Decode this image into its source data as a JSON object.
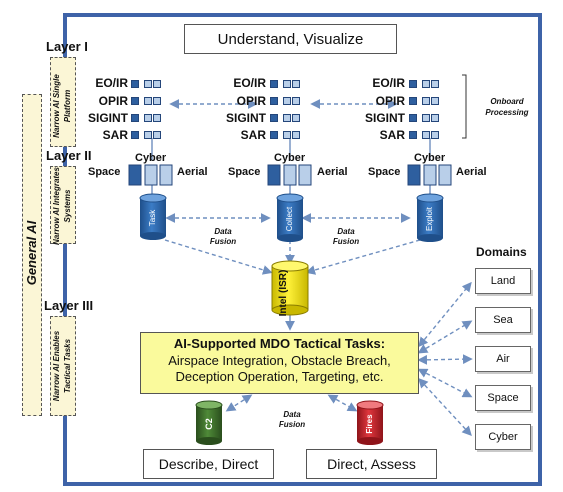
{
  "top_box": "Understand, Visualize",
  "general_ai": "General AI",
  "layers": [
    {
      "title": "Layer I",
      "desc": "Narrow AI Single Platform"
    },
    {
      "title": "Layer II",
      "desc": "Narrow AI Integrates Systems"
    },
    {
      "title": "Layer III",
      "desc": "Narrow AI Enables Tactical Tasks"
    }
  ],
  "sensors": [
    "EO/IR",
    "OPIR",
    "SIGINT",
    "SAR"
  ],
  "onboard_processing": "Onboard Processing",
  "platform": {
    "space": "Space",
    "cyber": "Cyber",
    "aerial": "Aerial"
  },
  "cylinders": {
    "task": "Task",
    "collect": "Collect",
    "exploit": "Exploit",
    "intel": "Intel (ISR)",
    "c2": "C2",
    "fires": "Fires"
  },
  "data_fusion": "Data Fusion",
  "domains_title": "Domains",
  "domains": [
    "Land",
    "Sea",
    "Air",
    "Space",
    "Cyber"
  ],
  "tactical": {
    "title": "AI-Supported MDO Tactical Tasks:",
    "line1": "Airspace Integration, Obstacle Breach,",
    "line2": "Deception Operation, Targeting, etc."
  },
  "bottom_left": "Describe, Direct",
  "bottom_right": "Direct, Assess",
  "colors": {
    "frame": "#3e63a8",
    "cyl_blue": "#2f6db5",
    "intel_yellow": "#f2e200",
    "c2_green": "#3d6b2c",
    "fires_red": "#c8242b",
    "tactical_bg": "#fafa9c",
    "layer_bg": "#fbf6d6"
  }
}
